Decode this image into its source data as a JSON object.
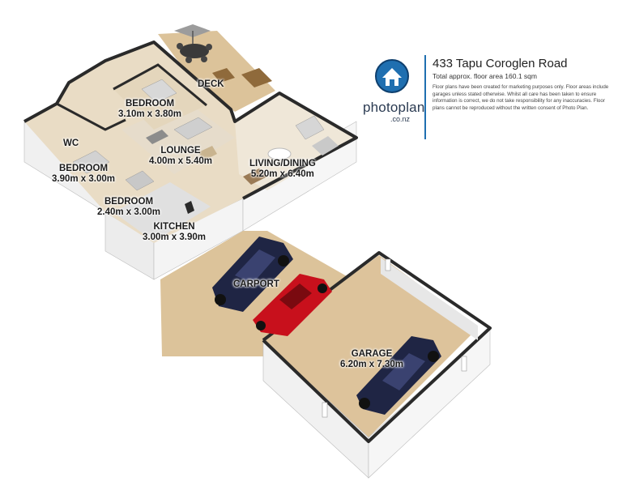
{
  "property": {
    "address": "433 Tapu Coroglen Road",
    "floor_area": "Total approx. floor area 160.1 sqm",
    "disclaimer": "Floor plans have been created for marketing purposes only. Floor areas include garages unless stated otherwise. Whilst all care has been taken to ensure information is correct, we do not take responsibility for any inaccuracies. Floor plans cannot be reproduced without the written consent of Photo Plan."
  },
  "brand": {
    "name": "photoplan",
    "domain": ".co.nz",
    "color": "#1f6fb0"
  },
  "rooms": {
    "deck": {
      "name": "DECK"
    },
    "bedroom1": {
      "name": "BEDROOM",
      "size": "3.10m x 3.80m"
    },
    "lounge": {
      "name": "LOUNGE",
      "size": "4.00m x 5.40m"
    },
    "wc": {
      "name": "WC"
    },
    "bedroom2": {
      "name": "BEDROOM",
      "size": "3.90m x 3.00m"
    },
    "bedroom3": {
      "name": "BEDROOM",
      "size": "2.40m x 3.00m"
    },
    "living": {
      "name": "LIVING/DINING",
      "size": "5.20m x 6.40m"
    },
    "kitchen": {
      "name": "KITCHEN",
      "size": "3.00m x 3.90m"
    },
    "carport": {
      "name": "CARPORT"
    },
    "garage": {
      "name": "GARAGE",
      "size": "6.20m x 7.30m"
    }
  },
  "colors": {
    "floor_wood": "#dfc79f",
    "floor_interior": "#e8dcc6",
    "wall_top": "#2b2b2b",
    "wall_face": "#f3f3f3",
    "car_red": "#c8101c",
    "car_navy": "#1d2340"
  }
}
